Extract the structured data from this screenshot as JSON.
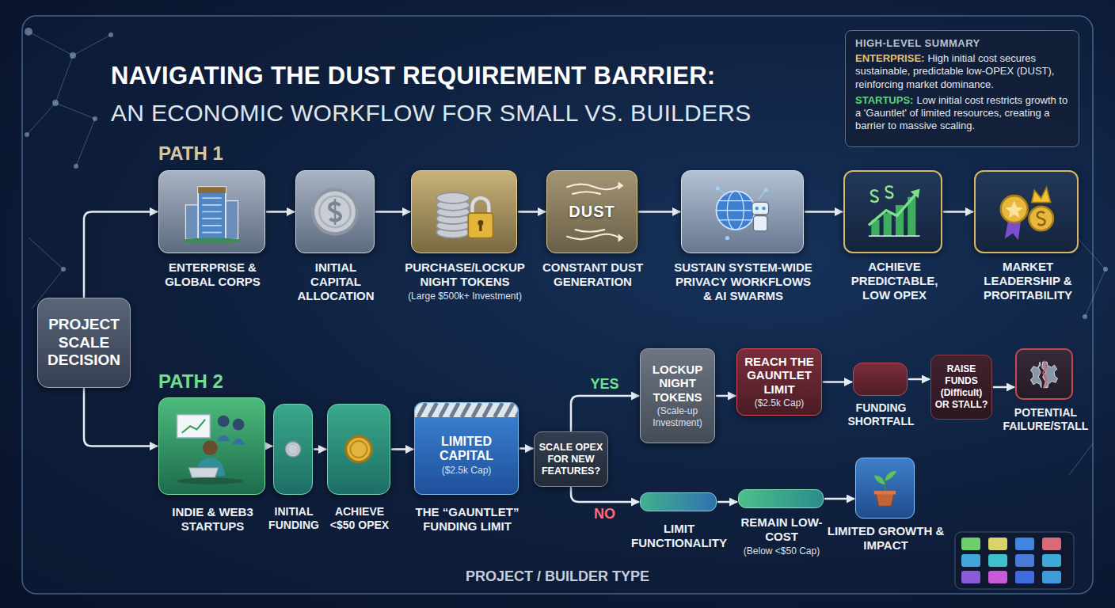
{
  "diagram": {
    "title": "NAVIGATING THE DUST REQUIREMENT BARRIER:",
    "nodes": [
      {
        "text": [
          "PROJECT SCALE DECISION"
        ]
      },
      {
        "text": [
          "ENTERPRISE & GLOBAL CORPS"
        ]
      },
      {
        "text": [
          "INITIAL CAPITAL ALLOCATION"
        ]
      },
      {
        "text": [
          "PURCHASE/LOCKUP NIGHT TOKENS",
          "(Large $500k+ Investment)"
        ]
      },
      {
        "text": [
          "DUST",
          "CONSTANT DUST GENERATION"
        ]
      },
      {
        "text": [
          "SUSTAIN SYSTEM-WIDE PRIVACY WORKFLOWS & AI SWARMS"
        ]
      },
      {
        "text": [
          "ACHIEVE PREDICTABLE, LOW OPEX"
        ]
      },
      {
        "text": [
          "MARKET LEADERSHIP & PROFITABILITY"
        ]
      },
      {
        "text": [
          "INDIE & WEB3 STARTUPS"
        ]
      },
      {
        "text": [
          "INITIAL FUNDING"
        ]
      },
      {
        "text": [
          "ACHIEVE <$50 OPEX"
        ]
      },
      {
        "text": [
          "LIMITED CAPITAL",
          "($2.5k Cap)",
          "THE “GAUNTLET” FUNDING LIMIT"
        ]
      },
      {
        "text": [
          "SCALE OPEX FOR NEW FEATURES?"
        ]
      },
      {
        "text": [
          "LOCKUP NIGHT TOKENS",
          "(Scale-up Investment)"
        ]
      },
      {
        "text": [
          "REACH THE GAUNTLET LIMIT",
          "($2.5k Cap)"
        ]
      },
      {
        "text": [
          "FUNDING SHORTFALL"
        ]
      },
      {
        "text": [
          "RAISE FUNDS (Difficult) OR STALL?"
        ]
      },
      {
        "text": [
          "POTENTIAL FAILURE/STALL"
        ]
      },
      {
        "text": [
          "LIMIT FUNCTIONALITY"
        ]
      },
      {
        "text": [
          "REMAIN LOW-COST",
          "(Below <$50 Cap)"
        ]
      },
      {
        "text": [
          "LIMITED GROWTH & IMPACT"
        ]
      },
      {
        "text": [
          "HIGH-LEVEL SUMMARY",
          "ENTERPRISE:",
          "High initial cost secures sustainable, predictable low-OPEX (DUST), reinforcing market dominance.",
          "STARTUPS:",
          "Low initial cost restricts growth to a 'Gauntlet' of limited resources, creating a barrier to massive scaling."
        ]
      }
    ],
    "edges": [
      {
        "from": 0,
        "to": 1,
        "arrow": "to"
      },
      {
        "from": 0,
        "to": 8,
        "arrow": "to"
      },
      {
        "from": 1,
        "to": 2,
        "arrow": "to"
      },
      {
        "from": 2,
        "to": 3,
        "arrow": "to"
      },
      {
        "from": 3,
        "to": 4,
        "arrow": "to"
      },
      {
        "from": 4,
        "to": 5,
        "arrow": "to"
      },
      {
        "from": 5,
        "to": 6,
        "arrow": "to"
      },
      {
        "from": 6,
        "to": 7,
        "arrow": "to"
      },
      {
        "from": 8,
        "to": 9,
        "arrow": "to"
      },
      {
        "from": 9,
        "to": 10,
        "arrow": "to"
      },
      {
        "from": 10,
        "to": 11,
        "arrow": "to"
      },
      {
        "from": 11,
        "to": 12,
        "arrow": "to"
      },
      {
        "from": 12,
        "to": 13,
        "label": "YES",
        "arrow": "to"
      },
      {
        "from": 12,
        "to": 18,
        "label": "NO",
        "arrow": "to"
      },
      {
        "from": 13,
        "to": 14,
        "arrow": "to"
      },
      {
        "from": 14,
        "to": 15,
        "arrow": "to"
      },
      {
        "from": 15,
        "to": 16,
        "arrow": "to"
      },
      {
        "from": 16,
        "to": 17,
        "arrow": "to"
      },
      {
        "from": 18,
        "to": 19,
        "arrow": "to"
      },
      {
        "from": 19,
        "to": 20,
        "arrow": "to"
      }
    ],
    "labels": [
      "AN ECONOMIC WORKFLOW FOR SMALL VS. BUILDERS",
      "PATH 1",
      "PATH 2",
      "PROJECT / BUILDER TYPE"
    ]
  }
}
